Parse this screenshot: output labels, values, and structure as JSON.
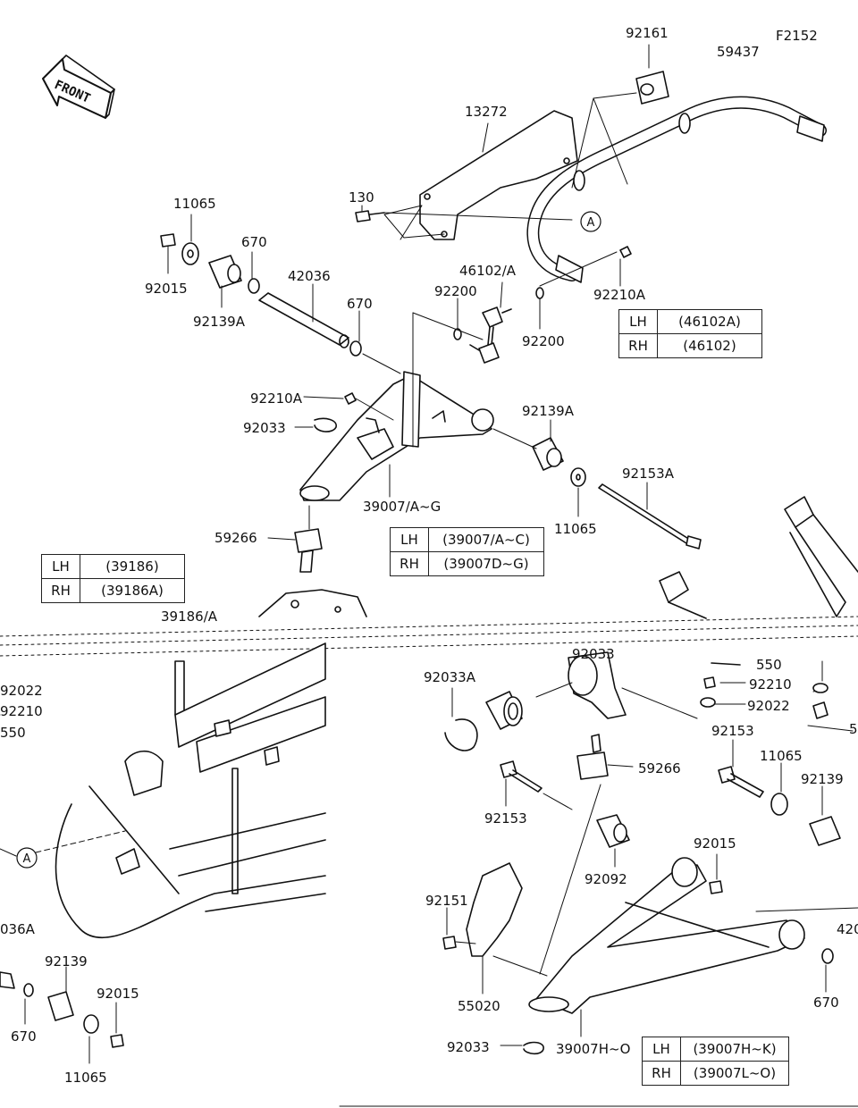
{
  "figure_code": "F2152",
  "front_logo": "FRONT",
  "callout_a": "A",
  "labels": {
    "l92161": "92161",
    "l59437": "59437",
    "l13272": "13272",
    "l130": "130",
    "l11065_top": "11065",
    "l670_top": "670",
    "l42036": "42036",
    "l670_mid": "670",
    "l92015_top": "92015",
    "l92139A_top": "92139A",
    "l46102A": "46102/A",
    "l92200_a": "92200",
    "l92200_b": "92200",
    "l92210A_right": "92210A",
    "l92210A_left": "92210A",
    "l92033_top": "92033",
    "l92139A_mid": "92139A",
    "l39007AG": "39007/A~G",
    "l92153A": "92153A",
    "l11065_mid": "11065",
    "l59266_top": "59266",
    "l39186A_cut": "39186/A",
    "l92033A": "92033A",
    "l92033_cut": "92033",
    "l550": "550",
    "l92210_r": "92210",
    "l92022_r": "92022",
    "l92022_left": "92022",
    "l92210_left": "92210",
    "l550_left": "550",
    "l59266_bot": "59266",
    "l92153_r": "92153",
    "l11065_r": "11065",
    "l92139_r": "92139",
    "l92153_c": "92153",
    "l92092": "92092",
    "l92015_r": "92015",
    "l92151": "92151",
    "l55020": "55020",
    "l92033_bot": "92033",
    "l39007HO": "39007H~O",
    "l670_br": "670",
    "l420_cut": "420",
    "l036A_cut": "036A",
    "l92139_bl": "92139",
    "l92015_bl": "92015",
    "l670_bl": "670",
    "l11065_bl": "11065",
    "l5_cut": "5"
  },
  "tables": {
    "stabilizer": [
      {
        "side": "LH",
        "part": "(46102A)"
      },
      {
        "side": "RH",
        "part": "(46102)"
      }
    ],
    "upper_arm": [
      {
        "side": "LH",
        "part": "(39007/A~C)"
      },
      {
        "side": "RH",
        "part": "(39007D~G)"
      }
    ],
    "knuckle": [
      {
        "side": "LH",
        "part": "(39186)"
      },
      {
        "side": "RH",
        "part": "(39186A)"
      }
    ],
    "lower_arm": [
      {
        "side": "LH",
        "part": "(39007H~K)"
      },
      {
        "side": "RH",
        "part": "(39007L~O)"
      }
    ]
  },
  "colors": {
    "line": "#111111",
    "paper": "#ffffff"
  }
}
